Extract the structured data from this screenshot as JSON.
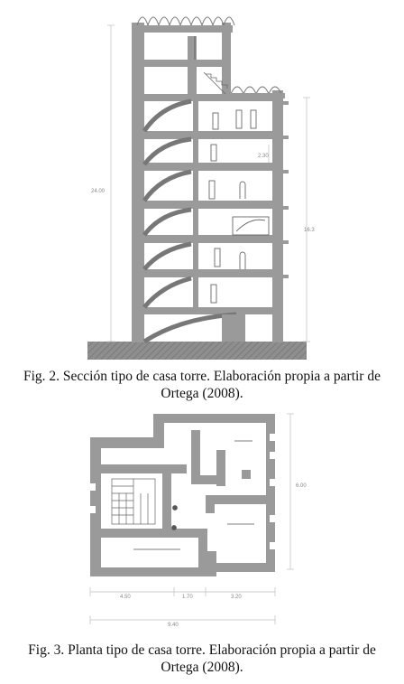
{
  "figure2": {
    "caption_line1": "Fig. 2. Sección tipo de casa torre. Elaboración propia a partir de",
    "caption_line2": "Ortega (2008).",
    "dim_total_height": "24.00",
    "dim_floor_height": "2.30",
    "dim_annex_height": "16.3"
  },
  "figure3": {
    "caption_line1": "Fig. 3. Planta tipo de casa torre. Elaboración propia a partir de",
    "caption_line2": "Ortega (2008).",
    "dim_depth": "6.00",
    "dim_span_1": "4.50",
    "dim_span_2": "1.70",
    "dim_span_3": "3.20",
    "dim_total_width": "9.40"
  },
  "colors": {
    "wall": "#9a9a9a",
    "wall_dark": "#7f7f7f",
    "line": "#555555",
    "dim": "#bdbdbd"
  }
}
